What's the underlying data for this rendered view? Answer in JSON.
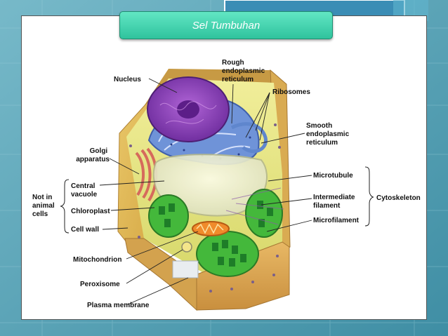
{
  "slide": {
    "title": "Sel Tumbuhan"
  },
  "diagram": {
    "labels": {
      "nucleus": "Nucleus",
      "rough_er": [
        "Rough",
        "endoplasmic",
        "reticulum"
      ],
      "ribosomes": "Ribosomes",
      "smooth_er": [
        "Smooth",
        "endoplasmic",
        "reticulum"
      ],
      "golgi": [
        "Golgi",
        "apparatus"
      ],
      "microtubule": "Microtubule",
      "central_vacuole": [
        "Central",
        "vacuole"
      ],
      "intermediate_filament": [
        "Intermediate",
        "filament"
      ],
      "cytoskeleton": "Cytoskeleton",
      "not_in_animal_cells": [
        "Not in",
        "animal",
        "cells"
      ],
      "chloroplast": "Chloroplast",
      "microfilament": "Microfilament",
      "cell_wall": "Cell wall",
      "mitochondrion": "Mitochondrion",
      "peroxisome": "Peroxisome",
      "plasma_membrane": "Plasma membrane"
    }
  }
}
